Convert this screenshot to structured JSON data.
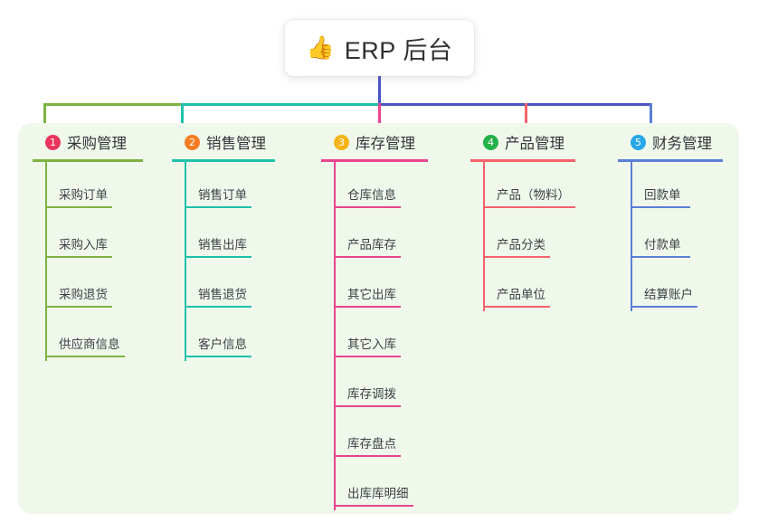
{
  "root": {
    "icon": "thumbs-up-icon",
    "emoji": "👍",
    "title": "ERP 后台"
  },
  "theme": {
    "panel_bg": "#f0f8ec",
    "page_bg": "#ffffff",
    "root_line": "#4a55c4",
    "text": "#3d4145"
  },
  "columns": [
    {
      "number": "1",
      "title": "采购管理",
      "badge_color": "#e8365d",
      "line_color": "#7cb342",
      "rule_width": 122,
      "items": [
        {
          "label": "采购订单",
          "rule_width": 74
        },
        {
          "label": "采购入库",
          "rule_width": 74
        },
        {
          "label": "采购退货",
          "rule_width": 74
        },
        {
          "label": "供应商信息",
          "rule_width": 88
        }
      ]
    },
    {
      "number": "2",
      "title": "销售管理",
      "badge_color": "#f57c20",
      "line_color": "#1fc0ac",
      "rule_width": 114,
      "items": [
        {
          "label": "销售订单",
          "rule_width": 74
        },
        {
          "label": "销售出库",
          "rule_width": 74
        },
        {
          "label": "销售退货",
          "rule_width": 74
        },
        {
          "label": "客户信息",
          "rule_width": 74
        }
      ]
    },
    {
      "number": "3",
      "title": "库存管理",
      "badge_color": "#f5b315",
      "line_color": "#e8448f",
      "rule_width": 118,
      "items": [
        {
          "label": "仓库信息",
          "rule_width": 74
        },
        {
          "label": "产品库存",
          "rule_width": 74
        },
        {
          "label": "其它出库",
          "rule_width": 74
        },
        {
          "label": "其它入库",
          "rule_width": 74
        },
        {
          "label": "库存调拨",
          "rule_width": 74
        },
        {
          "label": "库存盘点",
          "rule_width": 74
        },
        {
          "label": "出库库明细",
          "rule_width": 88
        }
      ]
    },
    {
      "number": "4",
      "title": "产品管理",
      "badge_color": "#25b24b",
      "line_color": "#f4636a",
      "rule_width": 116,
      "items": [
        {
          "label": "产品（物料）",
          "rule_width": 102
        },
        {
          "label": "产品分类",
          "rule_width": 74
        },
        {
          "label": "产品单位",
          "rule_width": 74
        }
      ]
    },
    {
      "number": "5",
      "title": "财务管理",
      "badge_color": "#28a7e8",
      "line_color": "#5b7fd4",
      "rule_width": 116,
      "items": [
        {
          "label": "回款单",
          "rule_width": 66
        },
        {
          "label": "付款单",
          "rule_width": 66
        },
        {
          "label": "结算账户",
          "rule_width": 74
        }
      ]
    }
  ],
  "connectors": {
    "trunk_color": "#4a55c4",
    "bar_segments": [
      {
        "from": "col1",
        "to": "col2",
        "color": "#7cb342"
      },
      {
        "from": "col2",
        "to": "col3",
        "color": "#1fc0ac"
      },
      {
        "from": "col3",
        "to": "col5",
        "color": "#4a55c4"
      }
    ]
  }
}
